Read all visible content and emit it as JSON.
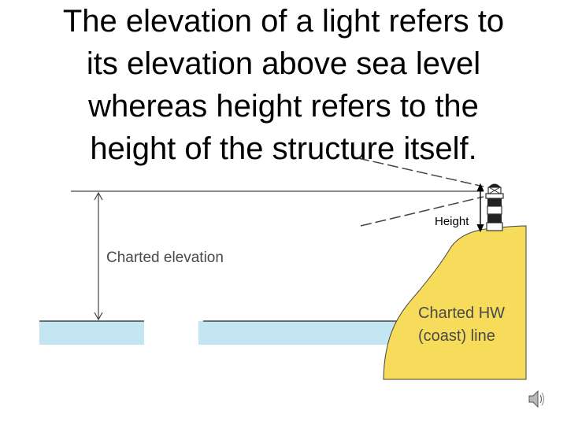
{
  "title": {
    "lines": [
      "The elevation of a light refers to",
      "its elevation above sea level",
      "whereas height refers to the",
      "height of the structure itself."
    ]
  },
  "diagram": {
    "elevation_label": "Charted elevation",
    "height_label": "Height",
    "hw_label_line1": "Charted HW",
    "hw_label_line2": "(coast) line"
  },
  "colors": {
    "land": "#f6dc5a",
    "water": "#c4e6f2",
    "line": "#444444",
    "text_gray": "#4a4a4a"
  },
  "icons": {
    "speaker": "speaker-icon"
  }
}
